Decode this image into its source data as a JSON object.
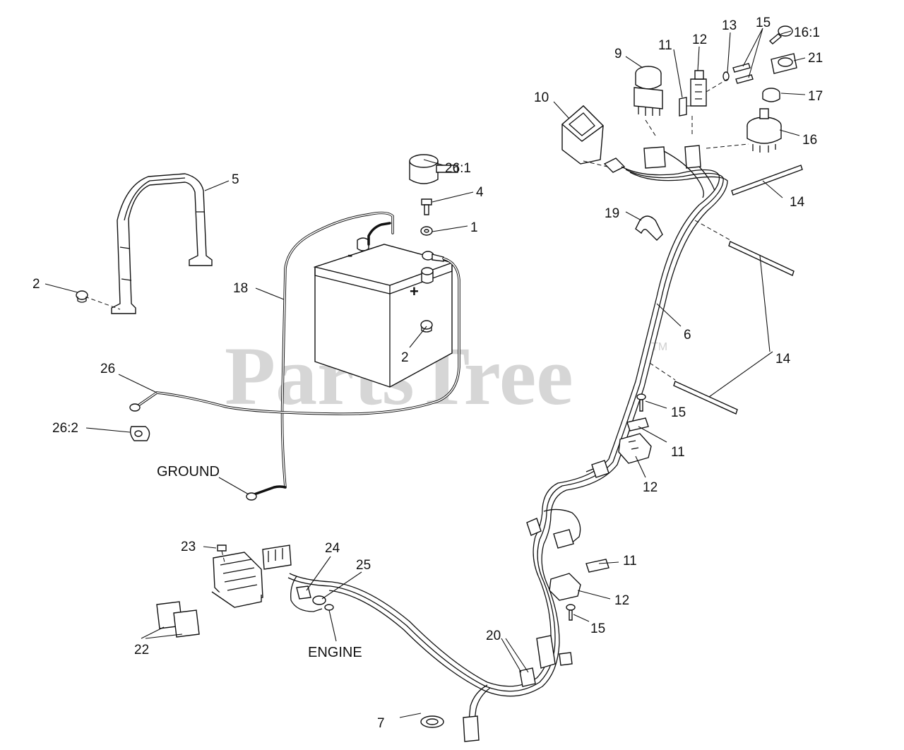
{
  "watermark": {
    "text": "PartsTree",
    "tm": "TM"
  },
  "callouts": [
    {
      "id": "c1",
      "text": "1"
    },
    {
      "id": "c2a",
      "text": "2"
    },
    {
      "id": "c2b",
      "text": "2"
    },
    {
      "id": "c4",
      "text": "4"
    },
    {
      "id": "c5",
      "text": "5"
    },
    {
      "id": "c6",
      "text": "6"
    },
    {
      "id": "c7",
      "text": "7"
    },
    {
      "id": "c9",
      "text": "9"
    },
    {
      "id": "c10",
      "text": "10"
    },
    {
      "id": "c11a",
      "text": "11"
    },
    {
      "id": "c11b",
      "text": "11"
    },
    {
      "id": "c11c",
      "text": "11"
    },
    {
      "id": "c12a",
      "text": "12"
    },
    {
      "id": "c12b",
      "text": "12"
    },
    {
      "id": "c12c",
      "text": "12"
    },
    {
      "id": "c13",
      "text": "13"
    },
    {
      "id": "c14a",
      "text": "14"
    },
    {
      "id": "c14b",
      "text": "14"
    },
    {
      "id": "c15a",
      "text": "15"
    },
    {
      "id": "c15b",
      "text": "15"
    },
    {
      "id": "c15c",
      "text": "15"
    },
    {
      "id": "c16",
      "text": "16"
    },
    {
      "id": "c16_1",
      "text": "16:1"
    },
    {
      "id": "c17",
      "text": "17"
    },
    {
      "id": "c18",
      "text": "18"
    },
    {
      "id": "c19",
      "text": "19"
    },
    {
      "id": "c20",
      "text": "20"
    },
    {
      "id": "c21",
      "text": "21"
    },
    {
      "id": "c22",
      "text": "22"
    },
    {
      "id": "c23",
      "text": "23"
    },
    {
      "id": "c24",
      "text": "24"
    },
    {
      "id": "c25",
      "text": "25"
    },
    {
      "id": "c26",
      "text": "26"
    },
    {
      "id": "c26_1",
      "text": "26:1"
    },
    {
      "id": "c26_2",
      "text": "26:2"
    }
  ],
  "labels": {
    "ground": "GROUND",
    "engine": "ENGINE",
    "battery_negative": "-",
    "battery_positive": "+"
  }
}
